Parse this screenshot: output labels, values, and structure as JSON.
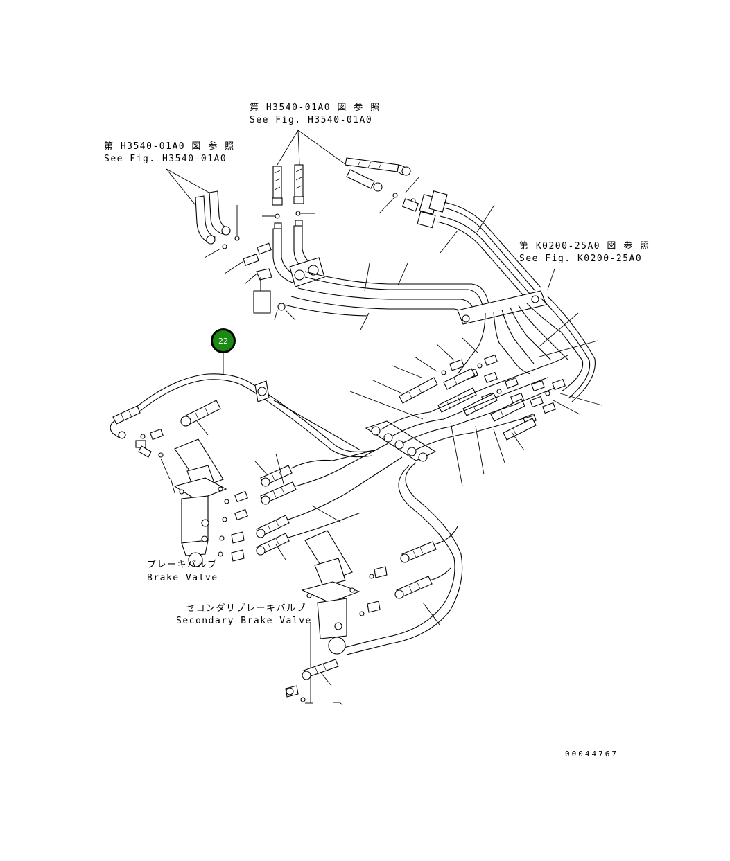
{
  "references": {
    "top": {
      "jp": "第 H3540-01A0 図 参 照",
      "en": "See Fig. H3540-01A0"
    },
    "left": {
      "jp": "第 H3540-01A0 図 参 照",
      "en": "See Fig. H3540-01A0"
    },
    "right": {
      "jp": "第 K0200-25A0 図 参 照",
      "en": "See Fig. K0200-25A0"
    }
  },
  "components": {
    "brake_valve": {
      "jp": "ブレーキバルブ",
      "en": "Brake Valve"
    },
    "secondary_brake_valve": {
      "jp": "セコンダリブレーキバルブ",
      "en": "Secondary Brake Valve"
    }
  },
  "callout": {
    "number": "22",
    "color": "#1a8a12"
  },
  "drawing_number": "00044767"
}
